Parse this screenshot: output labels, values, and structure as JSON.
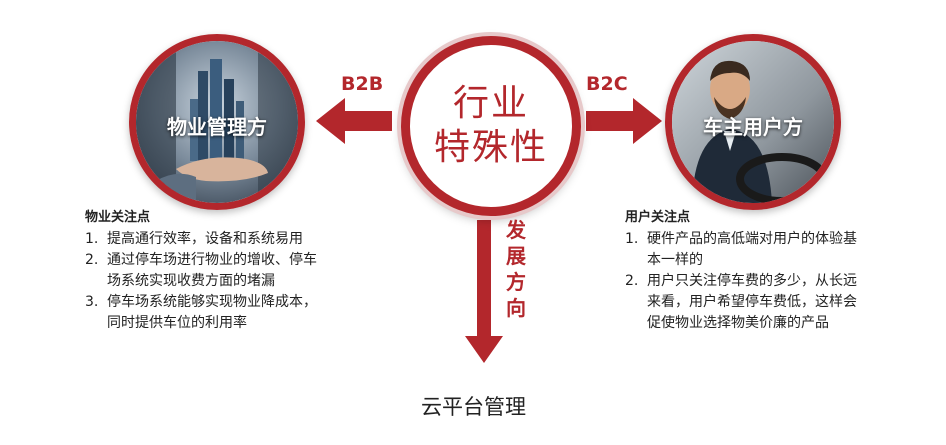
{
  "center": {
    "line1": "行业",
    "line2": "特殊性"
  },
  "left_circle": {
    "label": "物业管理方"
  },
  "right_circle": {
    "label": "车主用户方"
  },
  "arrows": {
    "left_label": "B2B",
    "right_label": "B2C",
    "down_chars": [
      "发",
      "展",
      "方",
      "向"
    ]
  },
  "left_list": {
    "title": "物业关注点",
    "items": [
      {
        "num": "1.",
        "lines": [
          "提高通行效率，设备和系统易用"
        ]
      },
      {
        "num": "2.",
        "lines": [
          "通过停车场进行物业的增收、停车",
          "场系统实现收费方面的堵漏"
        ]
      },
      {
        "num": "3.",
        "lines": [
          "停车场系统能够实现物业降成本，",
          "同时提供车位的利用率"
        ]
      }
    ]
  },
  "right_list": {
    "title": "用户关注点",
    "items": [
      {
        "num": "1.",
        "lines": [
          "硬件产品的高低端对用户的体验基",
          "本一样的"
        ]
      },
      {
        "num": "2.",
        "lines": [
          "用户只关注停车费的多少，从长远",
          "来看，用户希望停车费低，这样会",
          "促使物业选择物美价廉的产品"
        ]
      }
    ]
  },
  "bottom_title": "云平台管理",
  "colors": {
    "accent": "#b3272c"
  }
}
